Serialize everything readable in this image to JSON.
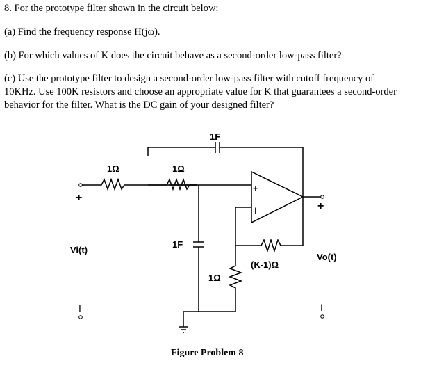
{
  "problem": {
    "q8": "8. For the prototype filter shown in the circuit below:",
    "a": "(a) Find the frequency response H(jω).",
    "b": "(b) For which values of K does the circuit behave as a second-order low-pass filter?",
    "c_line1": "(c) Use the prototype filter to design a second-order low-pass filter with cutoff frequency of",
    "c_line2": "10KHz. Use 100K resistors and choose an appropriate value for K that guarantees a second-order",
    "c_line3": "behavior for the filter. What is the DC gain of your designed filter?"
  },
  "circuit": {
    "cap_top": "1F",
    "r1": "1Ω",
    "r2": "1Ω",
    "cap_ground": "1F",
    "r_ground": "1Ω",
    "r_feedback": "(K-1)Ω",
    "vin": "Vi(t)",
    "vout": "Vo(t)",
    "plus_in": "+",
    "minus_in": "I",
    "plus_out": "+",
    "minus_out": "I",
    "opamp_plus": "+",
    "opamp_minus": "I",
    "caption": "Figure Problem 8"
  }
}
